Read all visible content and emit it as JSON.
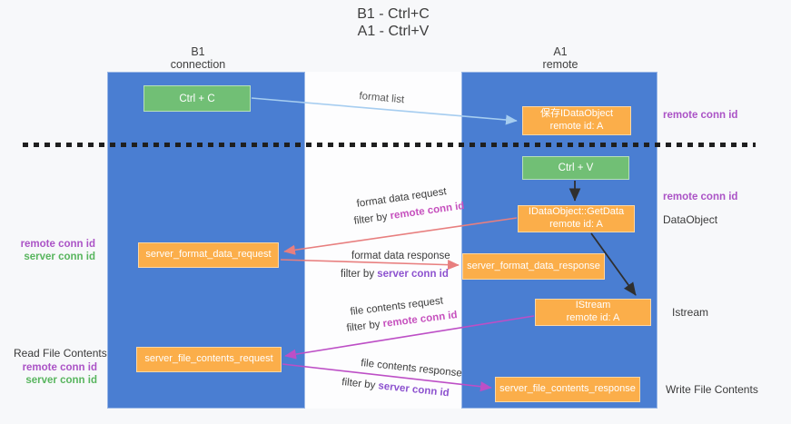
{
  "title": {
    "line1": "B1 - Ctrl+C",
    "line2": "A1 - Ctrl+V"
  },
  "lanes": {
    "left": {
      "header_line1": "B1",
      "header_line2": "connection"
    },
    "right": {
      "header_line1": "A1",
      "header_line2": "remote"
    }
  },
  "boxes": {
    "ctrl_c": {
      "label": "Ctrl + C"
    },
    "save_dataobject": {
      "line1": "保存IDataObject",
      "line2": "remote id: A"
    },
    "ctrl_v": {
      "label": "Ctrl + V"
    },
    "getdata": {
      "line1": "IDataObject::GetData",
      "line2": "remote id: A"
    },
    "server_format_data_request": {
      "label": "server_format_data_request"
    },
    "server_format_data_response": {
      "label": "server_format_data_response"
    },
    "istream": {
      "line1": "IStream",
      "line2": "remote id: A"
    },
    "server_file_contents_request": {
      "label": "server_file_contents_request"
    },
    "server_file_contents_response": {
      "label": "server_file_contents_response"
    }
  },
  "arrow_labels": {
    "format_list": "format list",
    "format_data_request": "format data request",
    "format_data_response": "format data response",
    "file_contents_request": "file contents request",
    "file_contents_response": "file contents response",
    "filter_by_prefix": "filter by ",
    "remote_conn_id": "remote conn id",
    "server_conn_id": "server conn id"
  },
  "side_labels": {
    "remote_conn_id": "remote conn id",
    "server_conn_id": "server conn id",
    "dataobject": "DataObject",
    "istream": "Istream",
    "read_file_contents": "Read File Contents",
    "write_file_contents": "Write File Contents"
  },
  "colors": {
    "lane_blue": "#4a7ed2",
    "box_green": "#71bf75",
    "box_orange": "#fbae4a",
    "arrow_light_blue": "#a6cdf0",
    "arrow_salmon": "#e87f7f",
    "arrow_magenta": "#bd4fc6",
    "arrow_black": "#2f2f2f",
    "label_purple": "#ab53c6",
    "label_green": "#58b55e",
    "highlight_remote": "#c651be",
    "highlight_server": "#8d52cf"
  }
}
